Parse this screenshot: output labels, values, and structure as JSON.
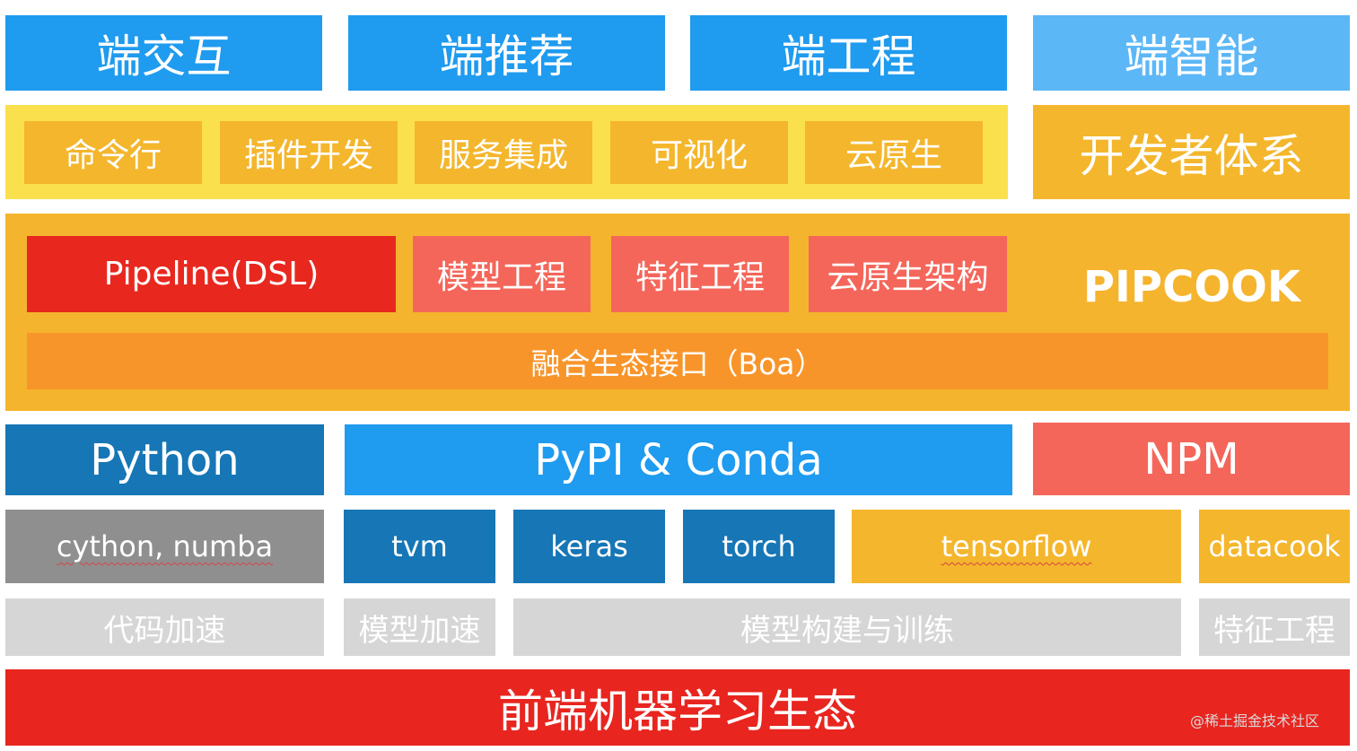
{
  "row1": {
    "a": "端交互",
    "b": "端推荐",
    "c": "端工程",
    "d": "端智能"
  },
  "row2": {
    "items": [
      "命令行",
      "插件开发",
      "服务集成",
      "可视化",
      "云原生"
    ],
    "dev_system": "开发者体系"
  },
  "row3": {
    "pipeline": "Pipeline(DSL)",
    "model_eng": "模型工程",
    "feature_eng": "特征工程",
    "cloud_arch": "云原生架构",
    "title": "PIPCOOK",
    "boa": "融合生态接口（Boa）"
  },
  "row4": {
    "python": "Python",
    "pypi": "PyPI & Conda",
    "npm": "NPM"
  },
  "row5": {
    "cython": "cython, numba",
    "tvm": "tvm",
    "keras": "keras",
    "torch": "torch",
    "tensorflow": "tensorflow",
    "datacook": "datacook"
  },
  "row6": {
    "code_accel": "代码加速",
    "model_accel": "模型加速",
    "model_build": "模型构建与训练",
    "feature_eng": "特征工程"
  },
  "row7": {
    "foundation": "前端机器学习生态"
  },
  "watermark": "@稀土掘金技术社区",
  "colors": {
    "blue": "#1f9bef",
    "light_blue": "#5cb7f7",
    "dark_blue": "#1676b6",
    "yellow": "#fbe04d",
    "orange_yellow": "#f4b62c",
    "orange": "#f8952a",
    "red": "#e8281f",
    "salmon": "#f4665a",
    "gray": "#8f8f8f",
    "light_gray": "#d6d6d6"
  }
}
